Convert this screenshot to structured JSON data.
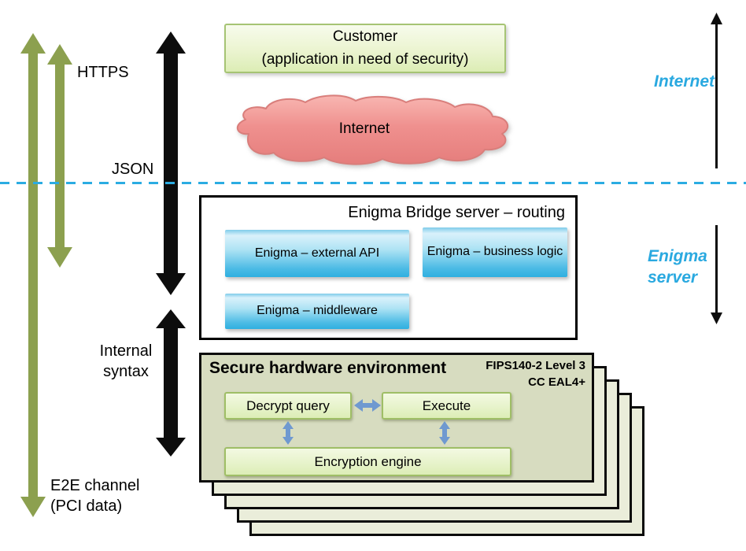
{
  "left_rail": {
    "https_label": "HTTPS",
    "json_label": "JSON",
    "internal_label_line1": "Internal",
    "internal_label_line2": "syntax",
    "e2e_label_line1": "E2E channel",
    "e2e_label_line2": "(PCI data)"
  },
  "customer_box": {
    "title": "Customer",
    "subtitle": "(application in need of security)"
  },
  "cloud": {
    "label": "Internet"
  },
  "right_rail": {
    "internet_label": "Internet",
    "enigma_server_line1": "Enigma",
    "enigma_server_line2": "server"
  },
  "bridge_server": {
    "title": "Enigma Bridge server – routing",
    "modules": [
      {
        "label": "Enigma – external API"
      },
      {
        "label": "Enigma – business logic"
      },
      {
        "label": "Enigma – middleware"
      }
    ]
  },
  "secure_env": {
    "title": "Secure hardware environment",
    "certifications": [
      "FIPS140-2 Level 3",
      "CC EAL4+"
    ],
    "components": {
      "decrypt": "Decrypt query",
      "execute": "Execute",
      "engine": "Encryption engine"
    }
  },
  "colors": {
    "olive_arrow": "#8ca04f",
    "black_arrow": "#0d0d0d",
    "divider_blue": "#2bace2",
    "zone_label_blue": "#2aa9e0",
    "module_blue": "#2fb0e0",
    "steel_connector": "#6f99d0",
    "cloud_salmon": "#ee8b89",
    "green_box_border": "#9fbe66",
    "sage_fill": "#d7dcc0"
  }
}
